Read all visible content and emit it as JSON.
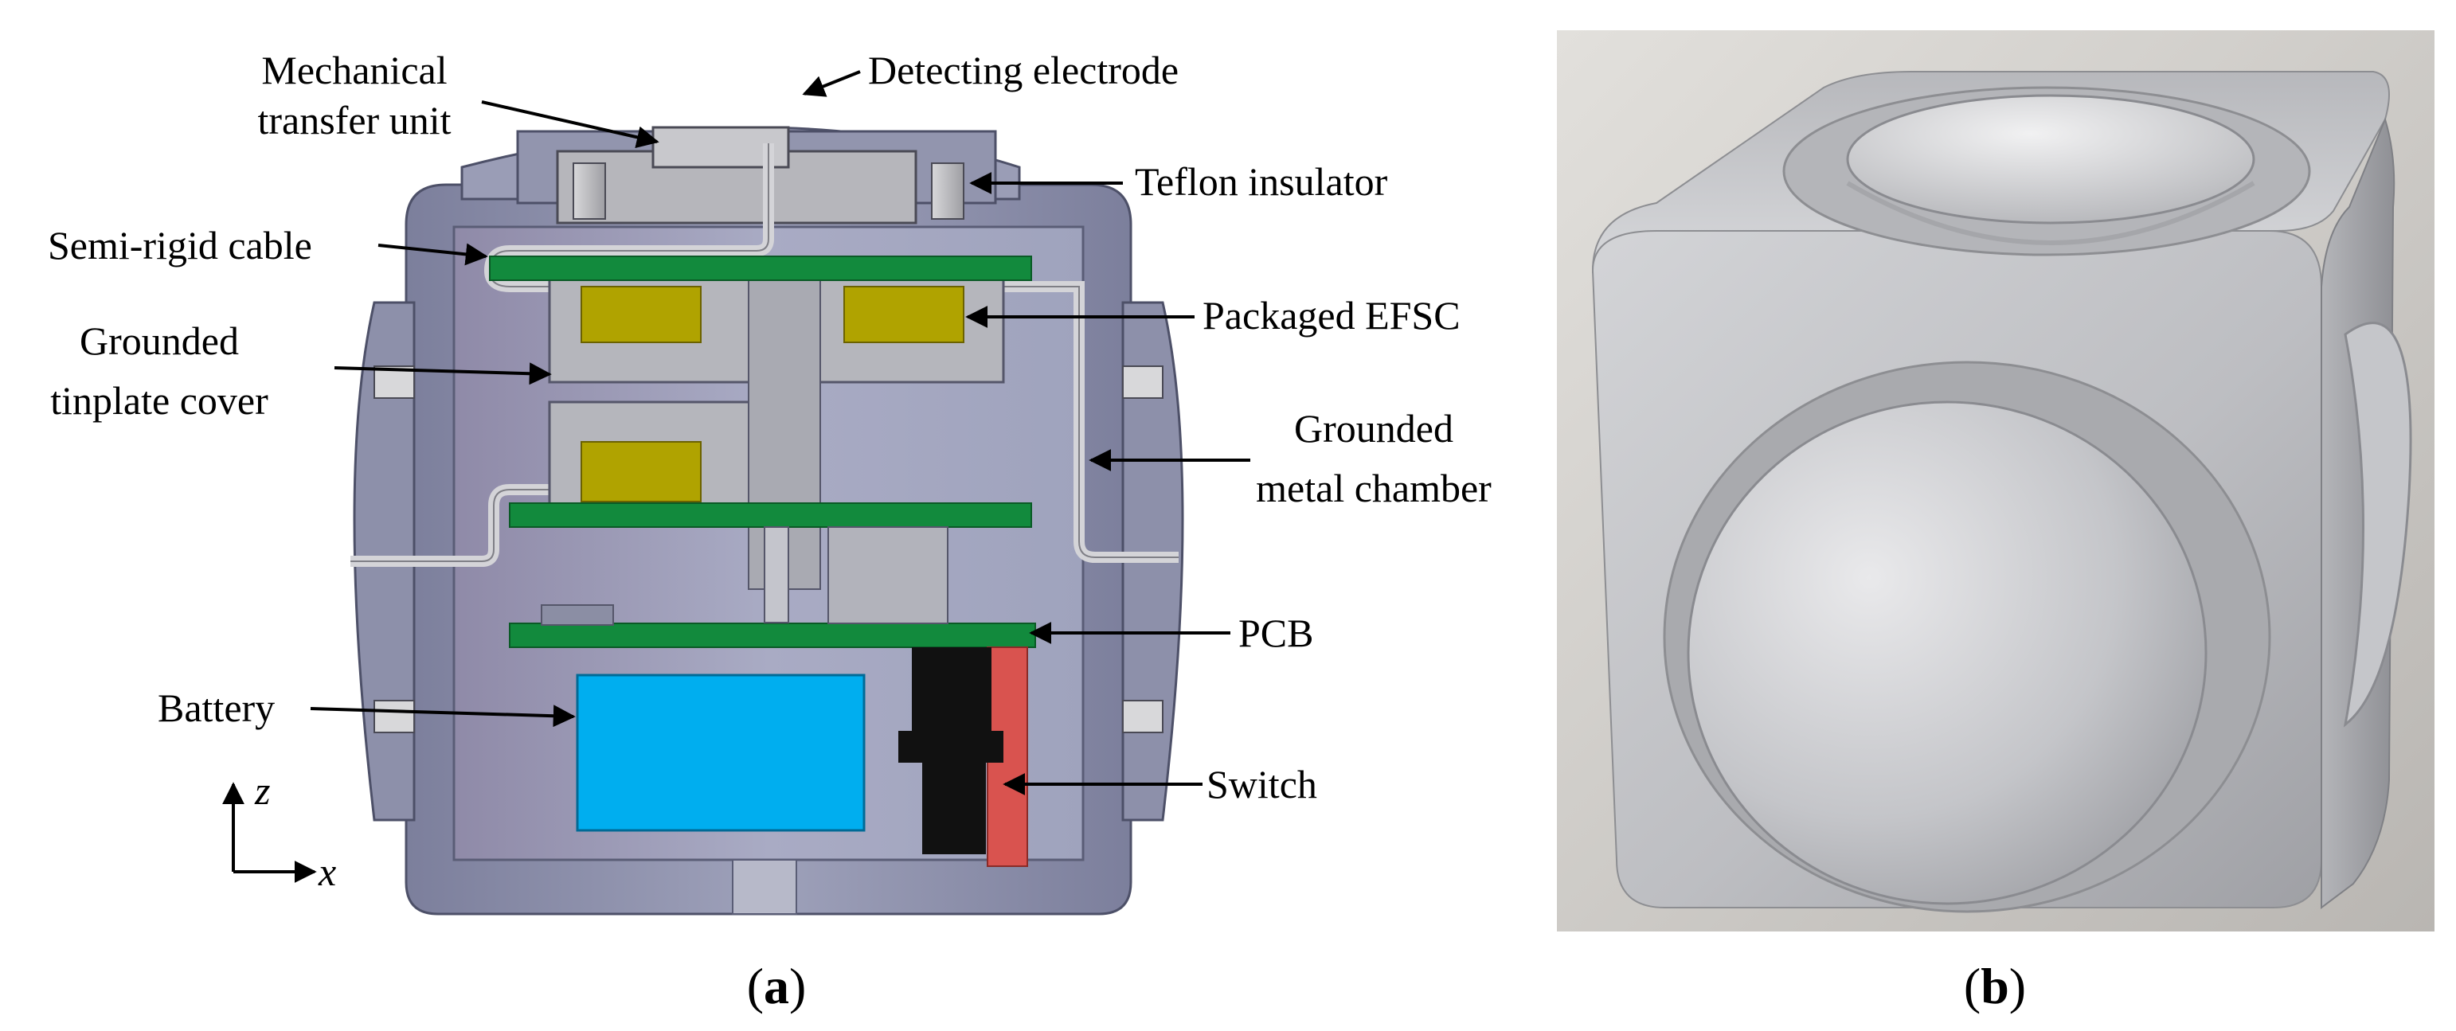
{
  "panel_a": {
    "labels": {
      "mechanical_transfer_unit": [
        "Mechanical",
        "transfer unit"
      ],
      "detecting_electrode": "Detecting electrode",
      "teflon_insulator": "Teflon insulator",
      "semi_rigid_cable": "Semi-rigid cable",
      "packaged_efsc": "Packaged EFSC",
      "grounded_tinplate_cover": [
        "Grounded",
        "tinplate cover"
      ],
      "grounded_metal_chamber": [
        "Grounded",
        "metal chamber"
      ],
      "pcb": "PCB",
      "battery": "Battery",
      "switch": "Switch"
    },
    "axes": {
      "z": "z",
      "x": "x"
    },
    "caption": {
      "open": "(",
      "letter": "a",
      "close": ")"
    }
  },
  "panel_b": {
    "caption": {
      "open": "(",
      "letter": "b",
      "close": ")"
    }
  },
  "colors": {
    "housing": "#8e93ad",
    "housing_dark": "#6d7190",
    "interior": "#a6a9c3",
    "steel": "#c9c9cc",
    "pcb_green": "#128a3d",
    "efsc_yellow": "#b0a300",
    "battery_blue": "#00aeef",
    "switch_black": "#111111",
    "switch_red": "#d9534f",
    "photo_bg": "#c8c6c3",
    "aluminum": "#c8c9cc"
  }
}
